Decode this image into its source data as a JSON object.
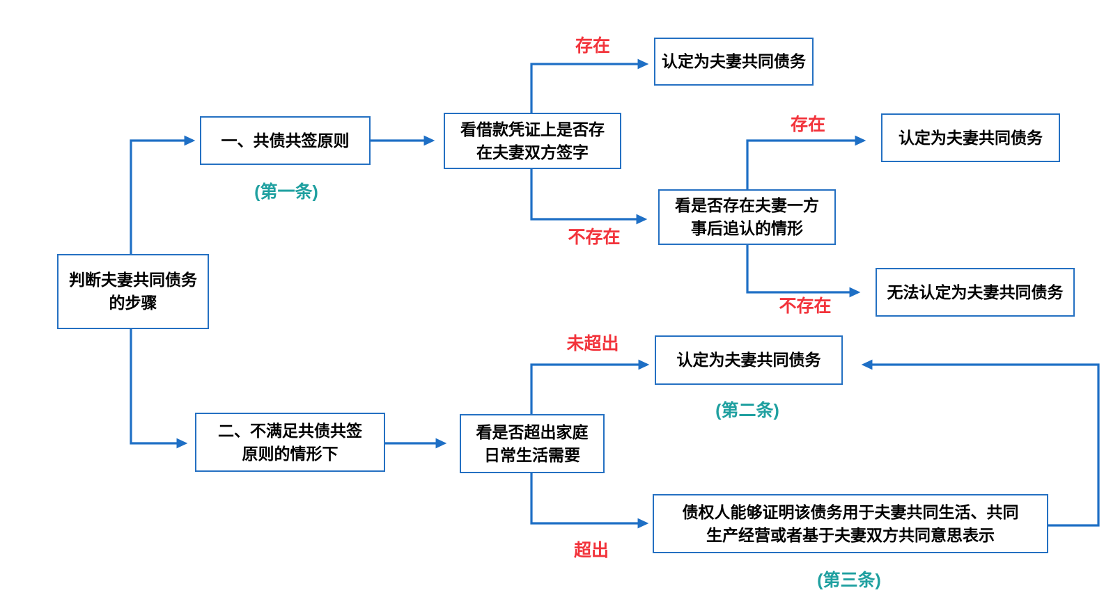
{
  "colors": {
    "connector_blue": "#1e6fc5",
    "box_border_blue": "#2470c2",
    "branch_label_red": "#f2333b",
    "article_label_teal": "#1fa0a0",
    "node_text_black": "#000000",
    "background": "#ffffff"
  },
  "nodes": {
    "start": {
      "lines": [
        "判断夫妻共同债务",
        "的步骤"
      ]
    },
    "principle1": {
      "lines": [
        "一、共债共签原则"
      ]
    },
    "check_signature": {
      "lines": [
        "看借款凭证上是否存",
        "在夫妻双方签字"
      ]
    },
    "outcome_joint_1": {
      "lines": [
        "认定为夫妻共同债务"
      ]
    },
    "check_ratification": {
      "lines": [
        "看是否存在夫妻一方",
        "事后追认的情形"
      ]
    },
    "outcome_joint_2": {
      "lines": [
        "认定为夫妻共同债务"
      ]
    },
    "outcome_not_joint": {
      "lines": [
        "无法认定为夫妻共同债务"
      ]
    },
    "principle2": {
      "lines": [
        "二、不满足共债共签",
        "原则的情形下"
      ]
    },
    "check_household": {
      "lines": [
        "看是否超出家庭",
        "日常生活需要"
      ]
    },
    "outcome_joint_3": {
      "lines": [
        "认定为夫妻共同债务"
      ]
    },
    "creditor_proof": {
      "lines": [
        "债权人能够证明该债务用于夫妻共同生活、共同",
        "生产经营或者基于夫妻双方共同意思表示"
      ]
    }
  },
  "edge_labels": {
    "exists_1": "存在",
    "not_exists_1": "不存在",
    "exists_2": "存在",
    "not_exists_2": "不存在",
    "not_exceeded": "未超出",
    "exceeded": "超出"
  },
  "article_labels": {
    "article_1": "(第一条)",
    "article_2": "(第二条)",
    "article_3": "(第三条)"
  }
}
